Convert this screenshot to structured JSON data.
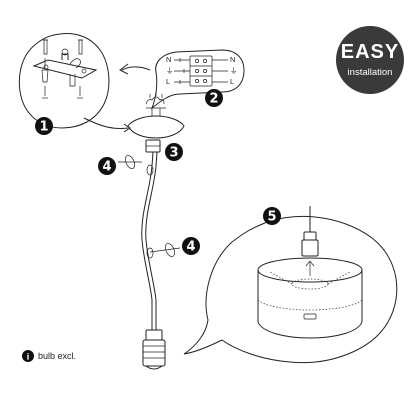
{
  "badge": {
    "title": "EASY",
    "subtitle": "installation"
  },
  "steps": [
    {
      "num": "1"
    },
    {
      "num": "2"
    },
    {
      "num": "3"
    },
    {
      "num": "4"
    },
    {
      "num": "4"
    },
    {
      "num": "5"
    }
  ],
  "wiring": {
    "left_letters": [
      "N",
      "⏚",
      "L"
    ],
    "right_letters": [
      "N",
      "⏚",
      "L"
    ]
  },
  "note": {
    "icon": "i",
    "text": "bulb excl."
  },
  "icons": [
    "mounting-bracket-icon",
    "wire-connector-icon",
    "ceiling-canopy-icon",
    "cable-clip-icon",
    "lamp-socket-icon",
    "drum-shade-icon",
    "info-icon"
  ]
}
